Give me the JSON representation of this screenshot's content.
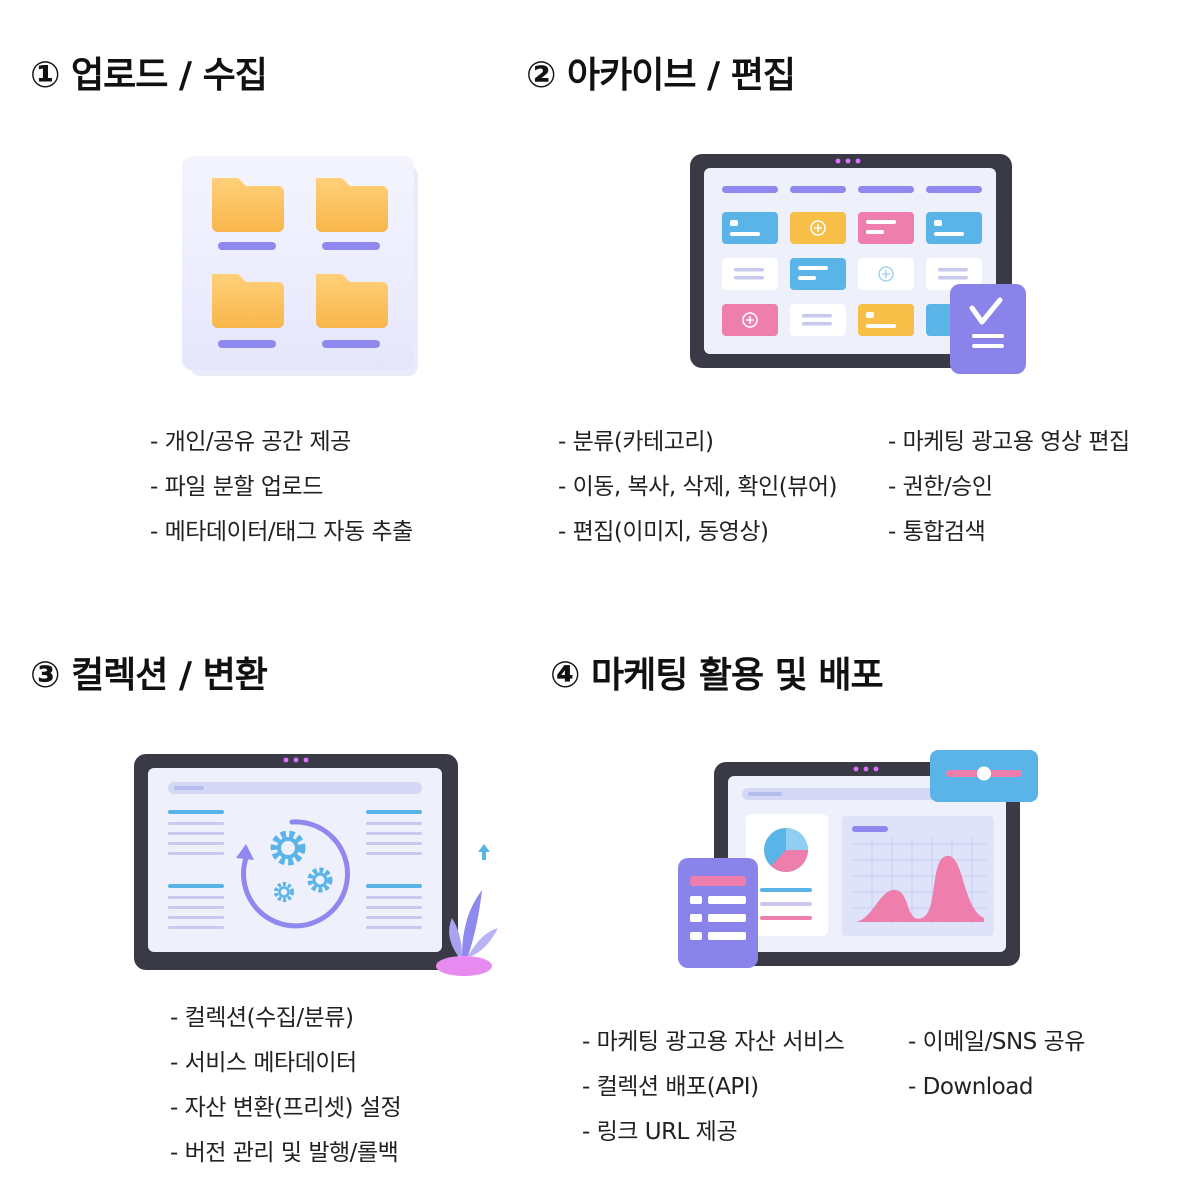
{
  "sections": [
    {
      "title": "① 업로드 / 수집",
      "columns": [
        [
          "- 개인/공유 공간 제공",
          "- 파일 분할 업로드",
          "- 메타데이터/태그 자동 추출"
        ]
      ]
    },
    {
      "title": "② 아카이브 / 편집",
      "columns": [
        [
          "- 분류(카테고리)",
          "- 이동, 복사, 삭제, 확인(뷰어)",
          "- 편집(이미지, 동영상)"
        ],
        [
          "- 마케팅 광고용 영상 편집",
          "- 권한/승인",
          "- 통합검색"
        ]
      ]
    },
    {
      "title": "③ 컬렉션 / 변환",
      "columns": [
        [
          "- 컬렉션(수집/분류)",
          "- 서비스 메타데이터",
          "- 자산 변환(프리셋) 설정",
          "- 버전 관리 및 발행/롤백"
        ]
      ]
    },
    {
      "title": "④ 마케팅 활용 및 배포",
      "columns": [
        [
          "- 마케팅 광고용 자산 서비스",
          "- 컬렉션 배포(API)",
          "- 링크 URL 제공"
        ],
        [
          "- 이메일/SNS 공유",
          "- Download"
        ]
      ]
    }
  ],
  "colors": {
    "folder": "#fbc15e",
    "lavender": "#8f88ee",
    "tablet_frame": "#3a3a46",
    "screen": "#eef0fb",
    "blue": "#5bb4e8",
    "pink": "#ee7eab",
    "yellow": "#f8bf48"
  },
  "icons": [
    "folder-icon",
    "checkmark-icon",
    "gear-icon",
    "refresh-arrow-icon",
    "pie-chart-icon",
    "area-chart-icon",
    "slider-icon",
    "upload-arrow-icon"
  ]
}
